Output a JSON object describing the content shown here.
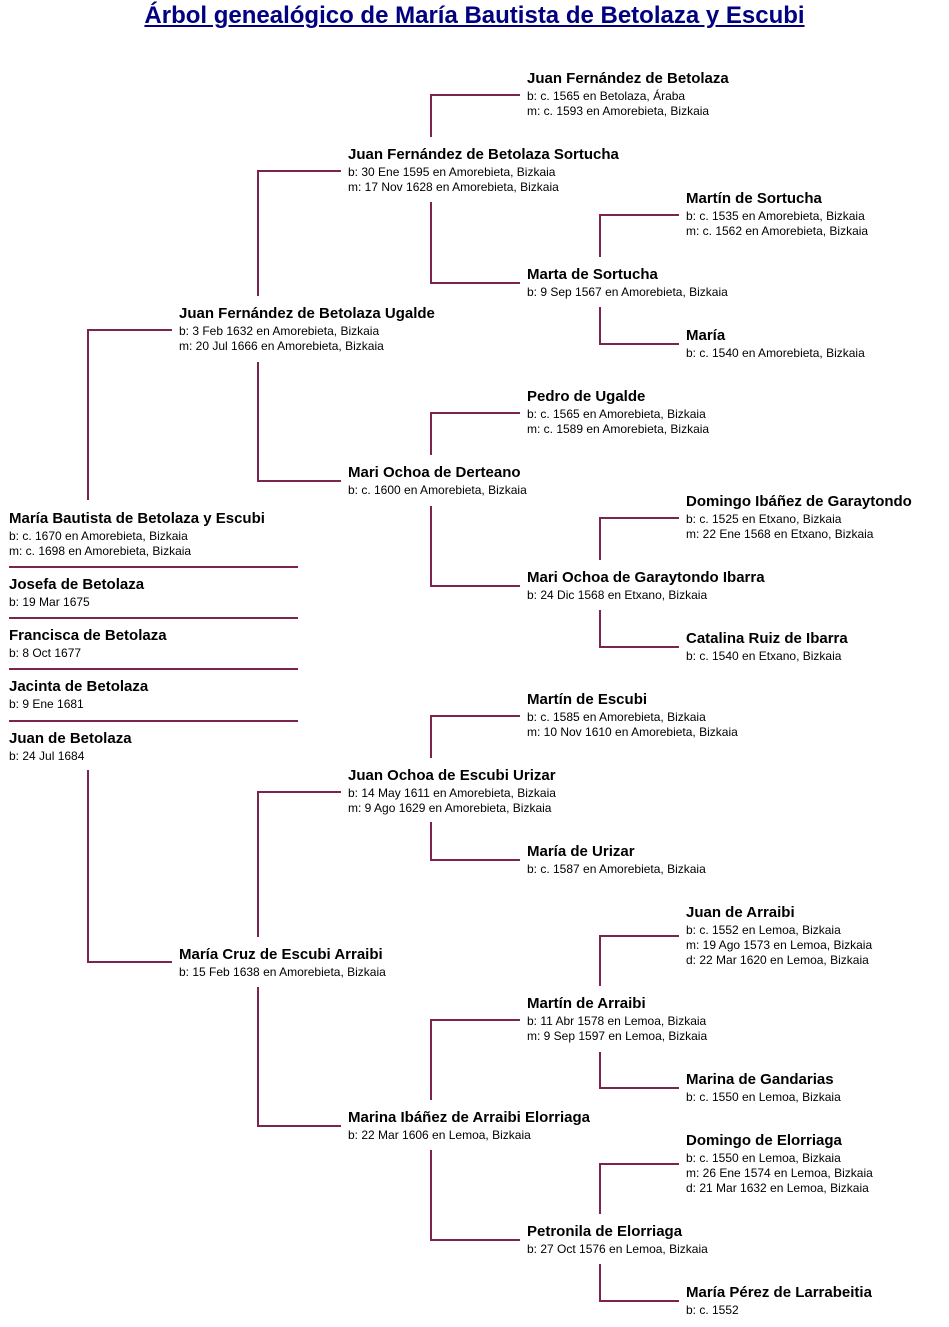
{
  "title": "Árbol genealógico de María Bautista de Betolaza y Escubi",
  "line_color": "#7b2450",
  "persons": [
    {
      "id": "subject",
      "name": "María Bautista de Betolaza y Escubi",
      "details": [
        "b: c. 1670 en Amorebieta, Bizkaia",
        "m: c. 1698 en Amorebieta, Bizkaia"
      ]
    },
    {
      "id": "sib1",
      "name": "Josefa de Betolaza",
      "details": [
        "b: 19 Mar 1675"
      ]
    },
    {
      "id": "sib2",
      "name": "Francisca de Betolaza",
      "details": [
        "b: 8 Oct 1677"
      ]
    },
    {
      "id": "sib3",
      "name": "Jacinta de Betolaza",
      "details": [
        "b: 9 Ene 1681"
      ]
    },
    {
      "id": "sib4",
      "name": "Juan de Betolaza",
      "details": [
        "b: 24 Jul 1684"
      ]
    },
    {
      "id": "f",
      "name": "Juan Fernández de Betolaza Ugalde",
      "details": [
        "b: 3 Feb 1632 en Amorebieta, Bizkaia",
        "m: 20 Jul 1666 en Amorebieta, Bizkaia"
      ]
    },
    {
      "id": "m",
      "name": "María Cruz de Escubi Arraibi",
      "details": [
        "b: 15 Feb 1638 en Amorebieta, Bizkaia"
      ]
    },
    {
      "id": "ff",
      "name": "Juan Fernández de Betolaza Sortucha",
      "details": [
        "b: 30 Ene 1595 en Amorebieta, Bizkaia",
        "m: 17 Nov 1628 en Amorebieta, Bizkaia"
      ]
    },
    {
      "id": "fm",
      "name": "Mari Ochoa de Derteano",
      "details": [
        "b: c. 1600 en Amorebieta, Bizkaia"
      ]
    },
    {
      "id": "mf",
      "name": "Juan Ochoa de Escubi Urizar",
      "details": [
        "b: 14 May 1611 en Amorebieta, Bizkaia",
        "m: 9 Ago 1629 en Amorebieta, Bizkaia"
      ]
    },
    {
      "id": "mm",
      "name": "Marina Ibáñez de Arraibi Elorriaga",
      "details": [
        "b: 22 Mar 1606 en Lemoa, Bizkaia"
      ]
    },
    {
      "id": "fff",
      "name": "Juan Fernández de Betolaza",
      "details": [
        "b: c. 1565 en Betolaza, Áraba",
        "m: c. 1593 en Amorebieta, Bizkaia"
      ]
    },
    {
      "id": "ffm",
      "name": "Marta de Sortucha",
      "details": [
        "b: 9 Sep 1567 en Amorebieta, Bizkaia"
      ]
    },
    {
      "id": "fmf",
      "name": "Pedro de Ugalde",
      "details": [
        "b: c. 1565 en Amorebieta, Bizkaia",
        "m: c. 1589 en Amorebieta, Bizkaia"
      ]
    },
    {
      "id": "fmm",
      "name": "Mari Ochoa de Garaytondo Ibarra",
      "details": [
        "b: 24 Dic 1568 en Etxano, Bizkaia"
      ]
    },
    {
      "id": "mff",
      "name": "Martín de Escubi",
      "details": [
        "b: c. 1585 en Amorebieta, Bizkaia",
        "m: 10 Nov 1610 en Amorebieta, Bizkaia"
      ]
    },
    {
      "id": "mfm",
      "name": "María de Urizar",
      "details": [
        "b: c. 1587 en Amorebieta, Bizkaia"
      ]
    },
    {
      "id": "mmf",
      "name": "Martín de Arraibi",
      "details": [
        "b: 11 Abr 1578 en Lemoa, Bizkaia",
        "m: 9 Sep 1597 en Lemoa, Bizkaia"
      ]
    },
    {
      "id": "mmm",
      "name": "Petronila de Elorriaga",
      "details": [
        "b: 27 Oct 1576 en Lemoa, Bizkaia"
      ]
    },
    {
      "id": "ffmf",
      "name": "Martín de Sortucha",
      "details": [
        "b: c. 1535 en Amorebieta, Bizkaia",
        "m: c. 1562 en Amorebieta, Bizkaia"
      ]
    },
    {
      "id": "ffmm",
      "name": "María",
      "details": [
        "b: c. 1540 en Amorebieta, Bizkaia"
      ]
    },
    {
      "id": "fmmf",
      "name": "Domingo Ibáñez de Garaytondo",
      "details": [
        "b: c. 1525 en Etxano, Bizkaia",
        "m: 22 Ene 1568 en Etxano, Bizkaia"
      ]
    },
    {
      "id": "fmmm",
      "name": "Catalina Ruiz de Ibarra",
      "details": [
        "b: c. 1540 en Etxano, Bizkaia"
      ]
    },
    {
      "id": "mmff",
      "name": "Juan de Arraibi",
      "details": [
        "b: c. 1552 en Lemoa, Bizkaia",
        "m: 19 Ago 1573 en Lemoa, Bizkaia",
        "d: 22 Mar 1620 en Lemoa, Bizkaia"
      ]
    },
    {
      "id": "mmfm",
      "name": "Marina de Gandarias",
      "details": [
        "b: c. 1550 en Lemoa, Bizkaia"
      ]
    },
    {
      "id": "mmmf",
      "name": "Domingo de Elorriaga",
      "details": [
        "b: c. 1550 en Lemoa, Bizkaia",
        "m: 26 Ene 1574 en Lemoa, Bizkaia",
        "d: 21 Mar 1632 en Lemoa, Bizkaia"
      ]
    },
    {
      "id": "mmmm",
      "name": "María Pérez de Larrabeitia",
      "details": [
        "b: c. 1552"
      ]
    }
  ]
}
